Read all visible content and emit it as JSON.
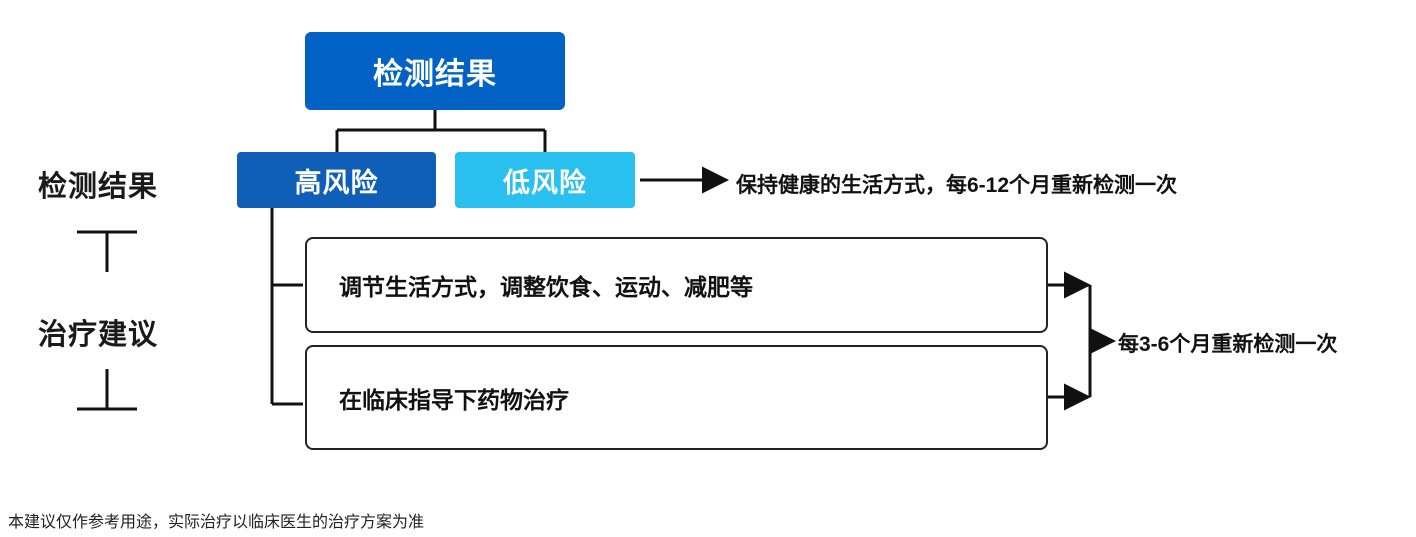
{
  "diagram": {
    "type": "flowchart",
    "axis_labels": [
      {
        "name": "detection-result",
        "text": "检测结果"
      },
      {
        "name": "treatment-advice",
        "text": "治疗建议"
      }
    ],
    "nodes": {
      "root": {
        "label": "检测结果",
        "color": "#0062c4"
      },
      "high_risk": {
        "label": "高风险",
        "color": "#0f5fb8"
      },
      "low_risk": {
        "label": "低风险",
        "color": "#29c0f0"
      },
      "lifestyle": {
        "label": "调节生活方式，调整饮食、运动、减肥等"
      },
      "medication": {
        "label": "在临床指导下药物治疗"
      }
    },
    "annotations": {
      "low_risk_advice": "保持健康的生活方式，每6-12个月重新检测一次",
      "retest_interval": "每3-6个月重新检测一次"
    },
    "footnote": "本建议仅作参考用途，实际治疗以临床医生的治疗方案为准"
  }
}
